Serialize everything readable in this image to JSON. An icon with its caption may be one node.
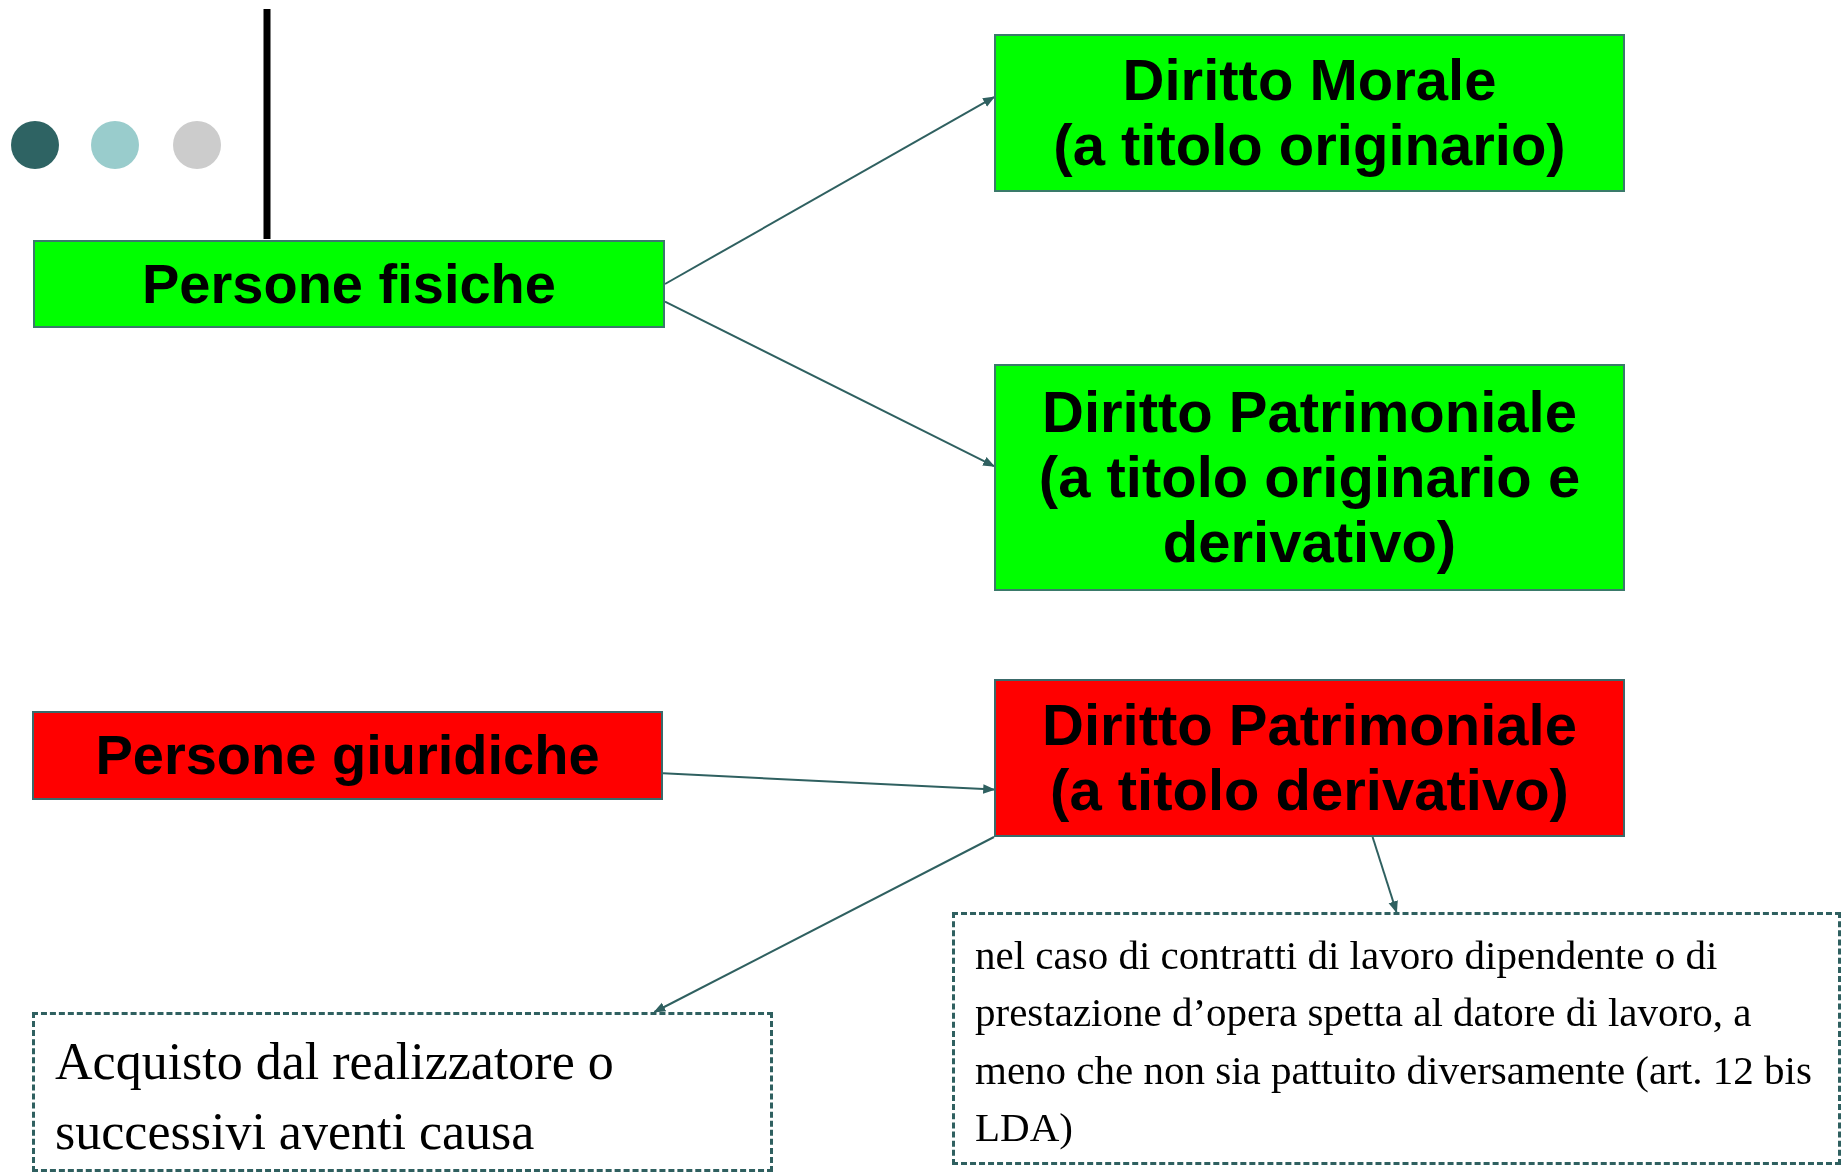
{
  "diagram": {
    "nodes": [
      {
        "text": [
          "Persone fisiche"
        ]
      },
      {
        "text": [
          "Diritto Morale",
          "(a titolo originario)"
        ]
      },
      {
        "text": [
          "Diritto Patrimoniale",
          "(a titolo originario e derivativo)"
        ]
      },
      {
        "text": [
          "Persone giuridiche"
        ]
      },
      {
        "text": [
          "Diritto Patrimoniale",
          "(a titolo derivativo)"
        ]
      },
      {
        "text": [
          "Acquisto dal realizzatore o successivi aventi causa"
        ]
      },
      {
        "text": [
          "nel caso di contratti di lavoro dipendente o di prestazione d’opera spetta al datore di lavoro, a meno che non sia pattuito diversamente (art. 12 bis LDA)"
        ]
      }
    ],
    "edges": [
      {
        "from": 0,
        "to": 1,
        "arrow": "to"
      },
      {
        "from": 0,
        "to": 2,
        "arrow": "to"
      },
      {
        "from": 3,
        "to": 4,
        "arrow": "to"
      },
      {
        "from": 4,
        "to": 5,
        "arrow": "to"
      },
      {
        "from": 4,
        "to": 6,
        "arrow": "to"
      }
    ]
  }
}
